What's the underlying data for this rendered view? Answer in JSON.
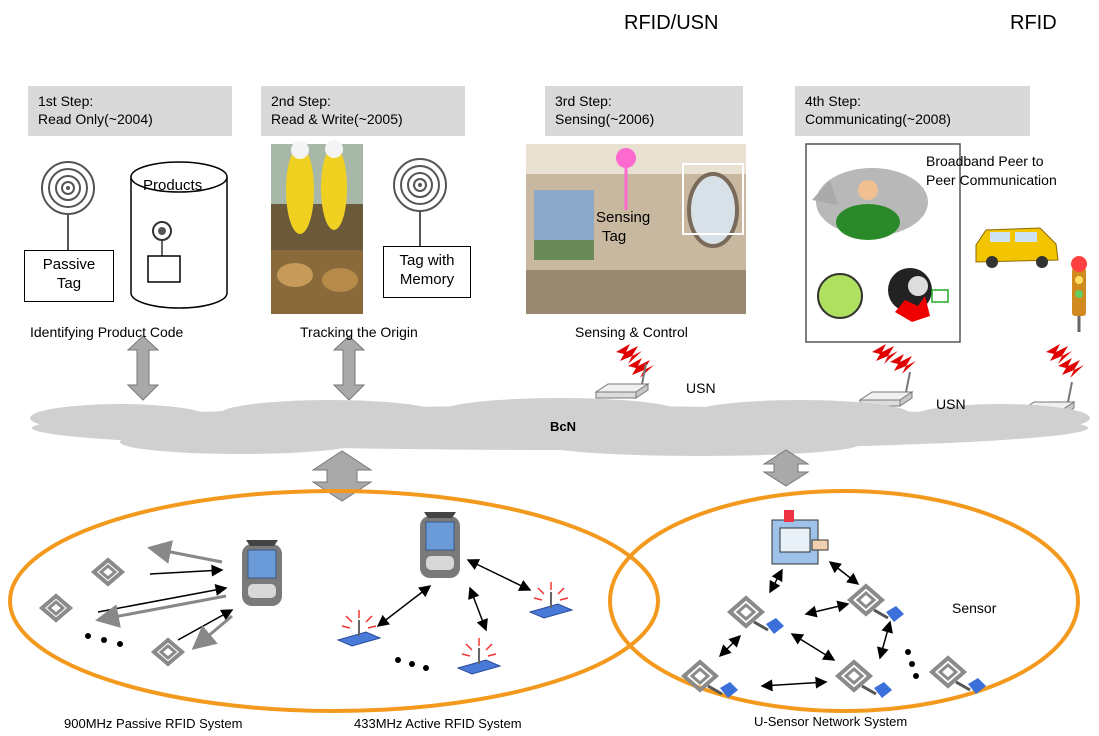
{
  "header": {
    "left": "RFID/USN",
    "right": "RFID"
  },
  "steps": [
    {
      "title": "1st Step:",
      "subtitle": "Read Only(~2004)",
      "caption": "Identifying Product Code"
    },
    {
      "title": "2nd Step:",
      "subtitle": "Read & Write(~2005)",
      "caption": "Tracking the Origin"
    },
    {
      "title": "3rd Step:",
      "subtitle": "Sensing(~2006)",
      "caption": "Sensing & Control"
    },
    {
      "title": "4th Step:",
      "subtitle": "Communicating(~2008)",
      "caption": ""
    }
  ],
  "tags": {
    "passive_line1": "Passive",
    "passive_line2": "Tag",
    "products": "Products",
    "memory_line1": "Tag with",
    "memory_line2": "Memory",
    "sensing_line1": "Sensing",
    "sensing_line2": "Tag"
  },
  "broadband_line1": "Broadband Peer to",
  "broadband_line2": "Peer Communication",
  "usn_label_1": "USN",
  "usn_label_2": "USN",
  "network": "BcN",
  "systems": {
    "passive": "900MHz Passive RFID System",
    "active": "433MHz Active RFID System",
    "sensor_net": "U-Sensor Network System",
    "sensor": "Sensor"
  },
  "colors": {
    "ellipse": "#f39a1e",
    "cloud": "#d0d0d0",
    "arrow": "#a9a9a9",
    "stepbox": "#d9d9d9",
    "sensor": "#3b6fd9"
  },
  "icons": [
    "lightning-icon",
    "router-icon",
    "reader-icon",
    "tag-icon",
    "sensor-node-icon",
    "taxi-icon",
    "traffic-light-icon"
  ]
}
